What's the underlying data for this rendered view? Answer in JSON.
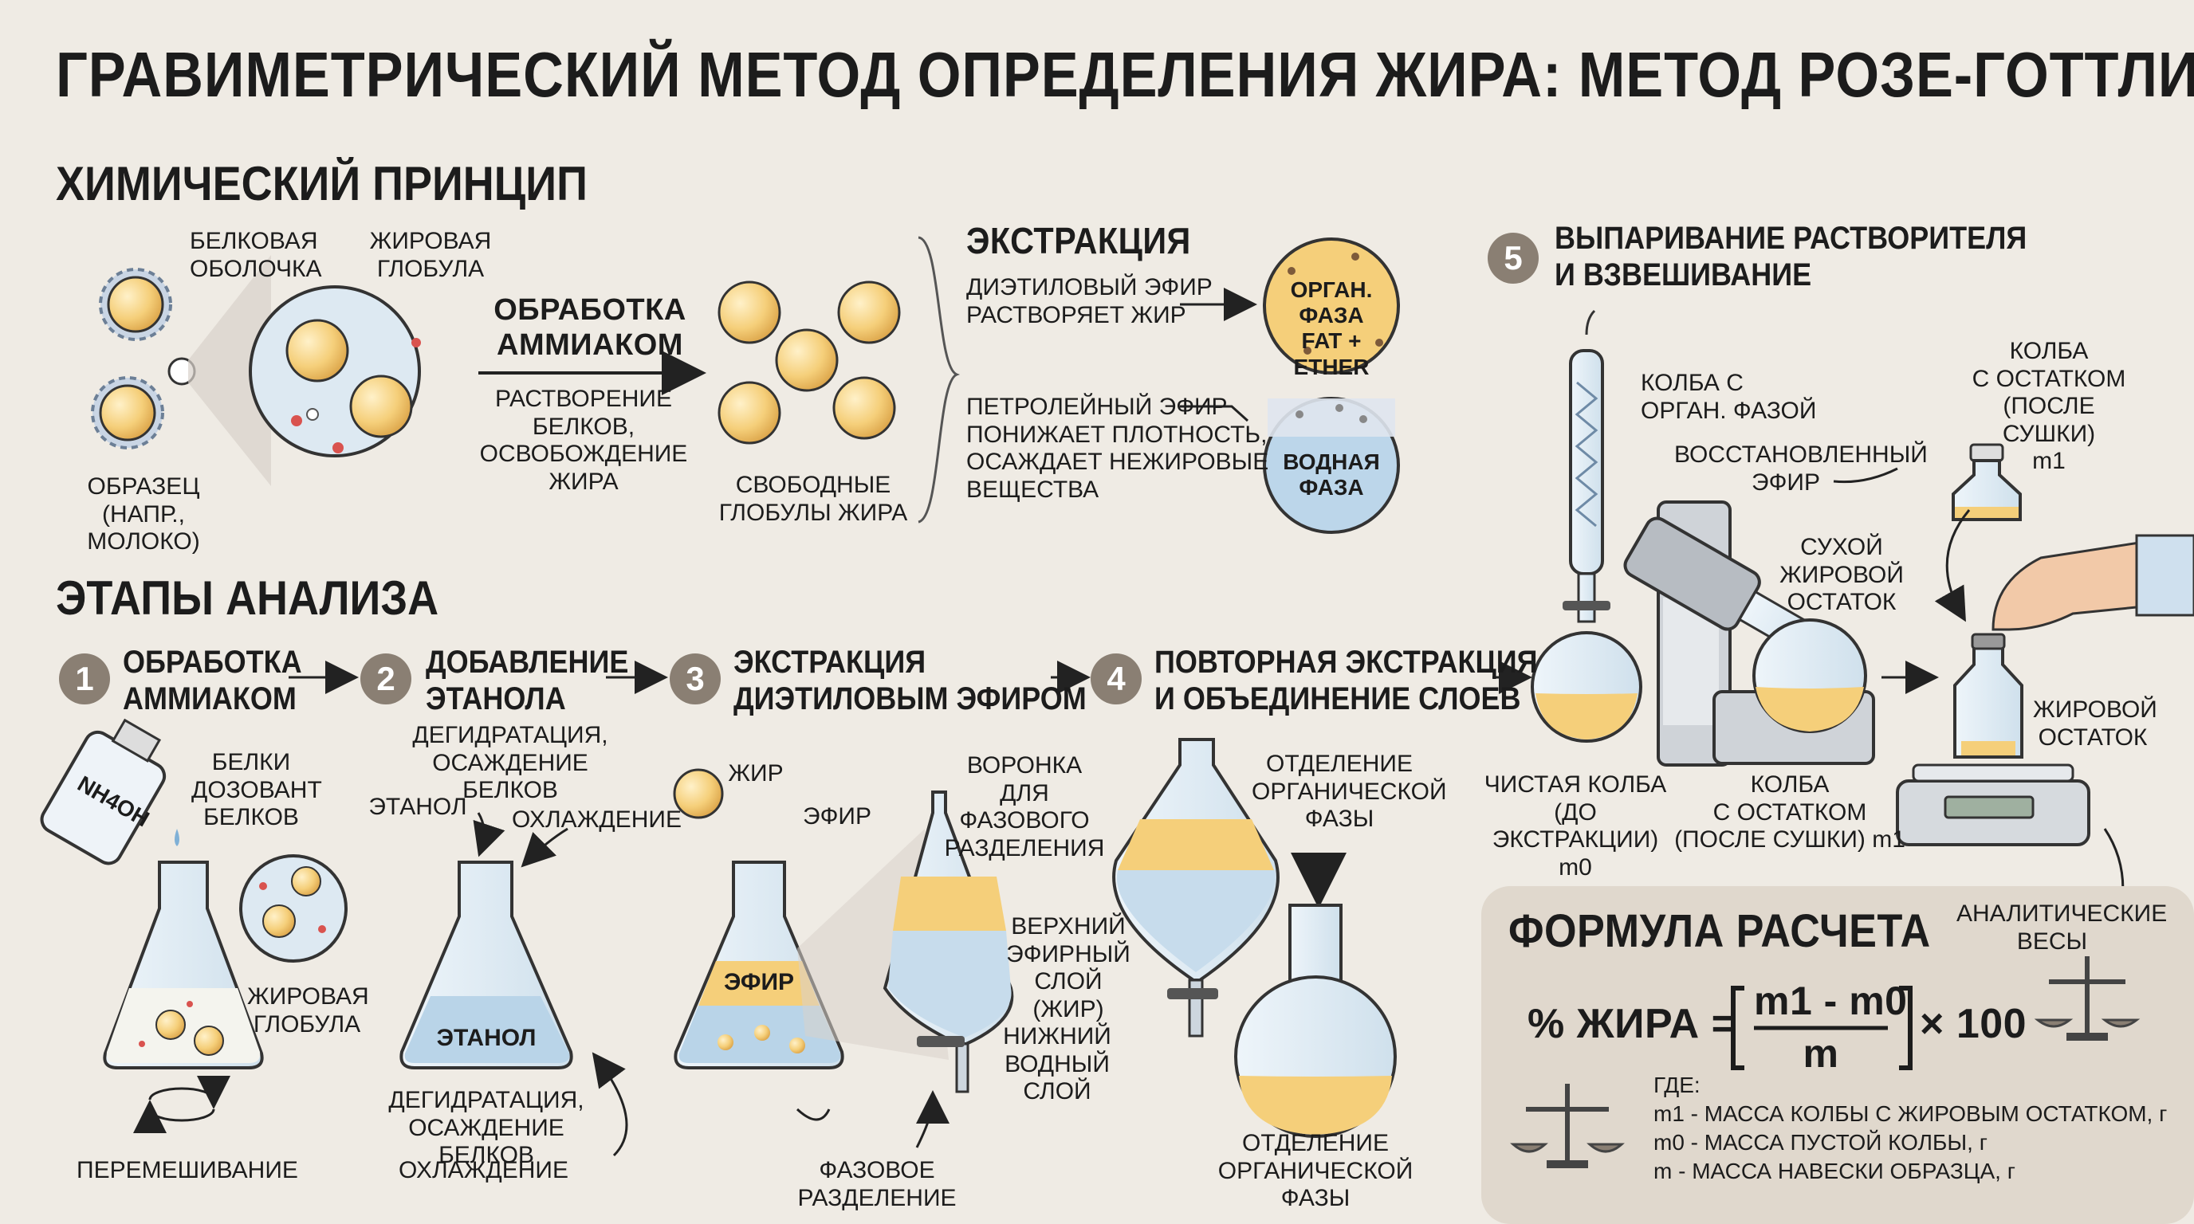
{
  "title": "ГРАВИМЕТРИЧЕСКИЙ МЕТОД ОПРЕДЕЛЕНИЯ ЖИРА: МЕТОД РОЗЕ-ГОТТЛИБА",
  "principle": {
    "heading": "ХИМИЧЕСКИЙ ПРИНЦИП",
    "protein_shell": "БЕЛКОВАЯ\nОБОЛОЧКА",
    "fat_globule": "ЖИРОВАЯ\nГЛОБУЛА",
    "sample": "ОБРАЗЕЦ\n(НАПР., МОЛОКО)",
    "ammonia_title": "ОБРАБОТКА\nАММИАКОМ",
    "ammonia_desc": "РАСТВОРЕНИЕ БЕЛКОВ,\nОСВОБОЖДЕНИЕ ЖИРА",
    "free_globules": "СВОБОДНЫЕ\nГЛОБУЛЫ ЖИРА",
    "extraction_heading": "ЭКСТРАКЦИЯ",
    "diethyl_desc": "ДИЭТИЛОВЫЙ ЭФИР\nРАСТВОРЯЕТ ЖИР",
    "petroleum_desc": "ПЕТРОЛЕЙНЫЙ ЭФИР\nПОНИЖАЕТ ПЛОТНОСТЬ,\nОСАЖДАЕТ НЕЖИРОВЫЕ\nВЕЩЕСТВА",
    "organic_phase": "ОРГАН. ФАЗА\nFAT + ETHER",
    "aqueous_phase": "ВОДНАЯ\nФАЗА"
  },
  "steps": {
    "heading": "ЭТАПЫ АНАЛИЗА",
    "items": [
      {
        "num": "1",
        "label": "ОБРАБОТКА\nАММИАКОМ"
      },
      {
        "num": "2",
        "label": "ДОБАВЛЕНИЕ\nЭТАНОЛА"
      },
      {
        "num": "3",
        "label": "ЭКСТРАКЦИЯ\nДИЭТИЛОВЫМ ЭФИРОМ"
      },
      {
        "num": "4",
        "label": "ПОВТОРНАЯ ЭКСТРАКЦИЯ\nИ ОБЪЕДИНЕНИЕ СЛОЕВ"
      },
      {
        "num": "5",
        "label": "ВЫПАРИВАНИЕ РАСТВОРИТЕЛЯ\nИ ВЗВЕШИВАНИЕ"
      }
    ],
    "s1": {
      "bottle": "NH4OH",
      "proteins": "БЕЛКИ\nДОЗОВАНТ\nБЕЛКОВ",
      "globule": "ЖИРОВАЯ\nГЛОБУЛА",
      "mixing": "ПЕРЕМЕШИВАНИЕ"
    },
    "s2": {
      "top": "ДЕГИДРАТАЦИЯ,\nОСАЖДЕНИЕ БЕЛКОВ",
      "ethanol": "ЭТАНОЛ",
      "cooling_top": "ОХЛАЖДЕНИЕ",
      "flask": "ЭТАНОЛ",
      "bottom": "ДЕГИДРАТАЦИЯ,\nОСАЖДЕНИЕ БЕЛКОВ",
      "cooling_bottom": "ОХЛАЖДЕНИЕ"
    },
    "s3": {
      "fat": "ЖИР",
      "ether": "ЭФИР",
      "flask": "ЭФИР",
      "funnel": "ВОРОНКА ДЛЯ\nФАЗОВОГО\nРАЗДЕЛЕНИЯ",
      "upper": "ВЕРХНИЙ\nЭФИРНЫЙ СЛОЙ\n(ЖИР)",
      "lower": "НИЖНИЙ\nВОДНЫЙ СЛОЙ",
      "separation": "ФАЗОВОЕ РАЗДЕЛЕНИЕ"
    },
    "s4": {
      "top": "ОТДЕЛЕНИЕ\nОРГАНИЧЕСКОЙ\nФАЗЫ",
      "bottom": "ОТДЕЛЕНИЕ\nОРГАНИЧЕСКОЙ ФАЗЫ"
    },
    "s5": {
      "flask_org": "КОЛБА С\nОРГАН. ФАЗОЙ",
      "recovered": "ВОССТАНОВЛЕННЫЙ\nЭФИР",
      "dry_residue": "СУХОЙ\nЖИРОВОЙ\nОСТАТОК",
      "clean_flask": "ЧИСТАЯ КОЛБА\n(ДО ЭКСТРАКЦИИ)\nm0",
      "flask_residue": "КОЛБА\nС ОСТАТКОМ\n(ПОСЛЕ СУШКИ) m1",
      "flask_residue_top": "КОЛБА\nС ОСТАТКОМ\n(ПОСЛЕ СУШКИ)\nm1",
      "fat_residue": "ЖИРОВОЙ\nОСТАТОК",
      "balance": "АНАЛИТИЧЕСКИЕ\nВЕСЫ"
    }
  },
  "formula": {
    "heading": "ФОРМУЛА РАСЧЕТА",
    "lhs": "% ЖИРА =",
    "numerator": "m1 - m0",
    "denominator": "m",
    "multiplier": "× 100",
    "where": "ГДЕ:",
    "defs": [
      "m1 - МАССА КОЛБЫ С ЖИРОВЫМ ОСТАТКОМ, г",
      "m0 - МАССА ПУСТОЙ КОЛБЫ, г",
      "m - МАССА НАВЕСКИ ОБРАЗЦА, г"
    ]
  },
  "colors": {
    "background": "#efebe4",
    "fat": "#f5cf7a",
    "glass": "#dce9f2",
    "liquid_blue": "#b9d4e8",
    "badge": "#8a7f73",
    "panel": "#e0d8cd"
  }
}
